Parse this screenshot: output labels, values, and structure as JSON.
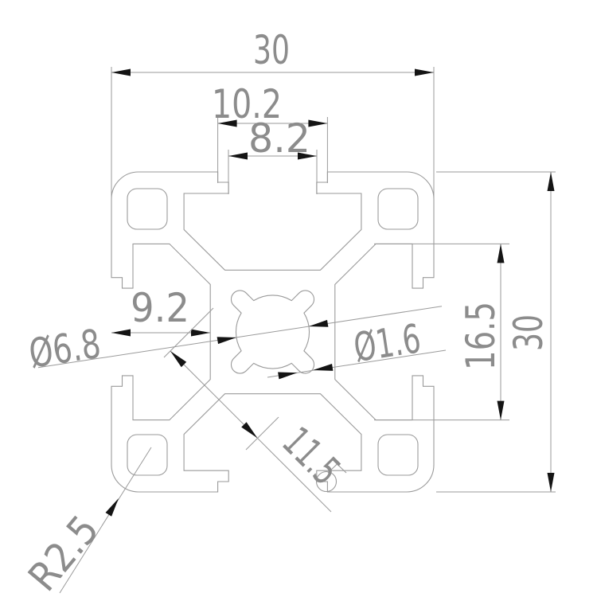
{
  "drawing": {
    "title": "30x30 aluminium extrusion profile cross-section",
    "units": "mm",
    "dims": {
      "overall_width": {
        "label": "30"
      },
      "slot_recess": {
        "label": "10.2"
      },
      "slot_opening": {
        "label": "8.2"
      },
      "slot_depth": {
        "label": "9.2"
      },
      "center_bore": {
        "label": "Ø6.8"
      },
      "tip_hole": {
        "label": "Ø1.6"
      },
      "cavity_width": {
        "label": "16.5"
      },
      "overall_height": {
        "label": "30"
      },
      "diagonal_span": {
        "label": "11.5"
      },
      "corner_radius": {
        "label": "R2.5"
      }
    },
    "colors": {
      "line": "#9a9a9a",
      "text": "#8c8c8c",
      "arrow": "#141414",
      "background": "#ffffff"
    }
  }
}
